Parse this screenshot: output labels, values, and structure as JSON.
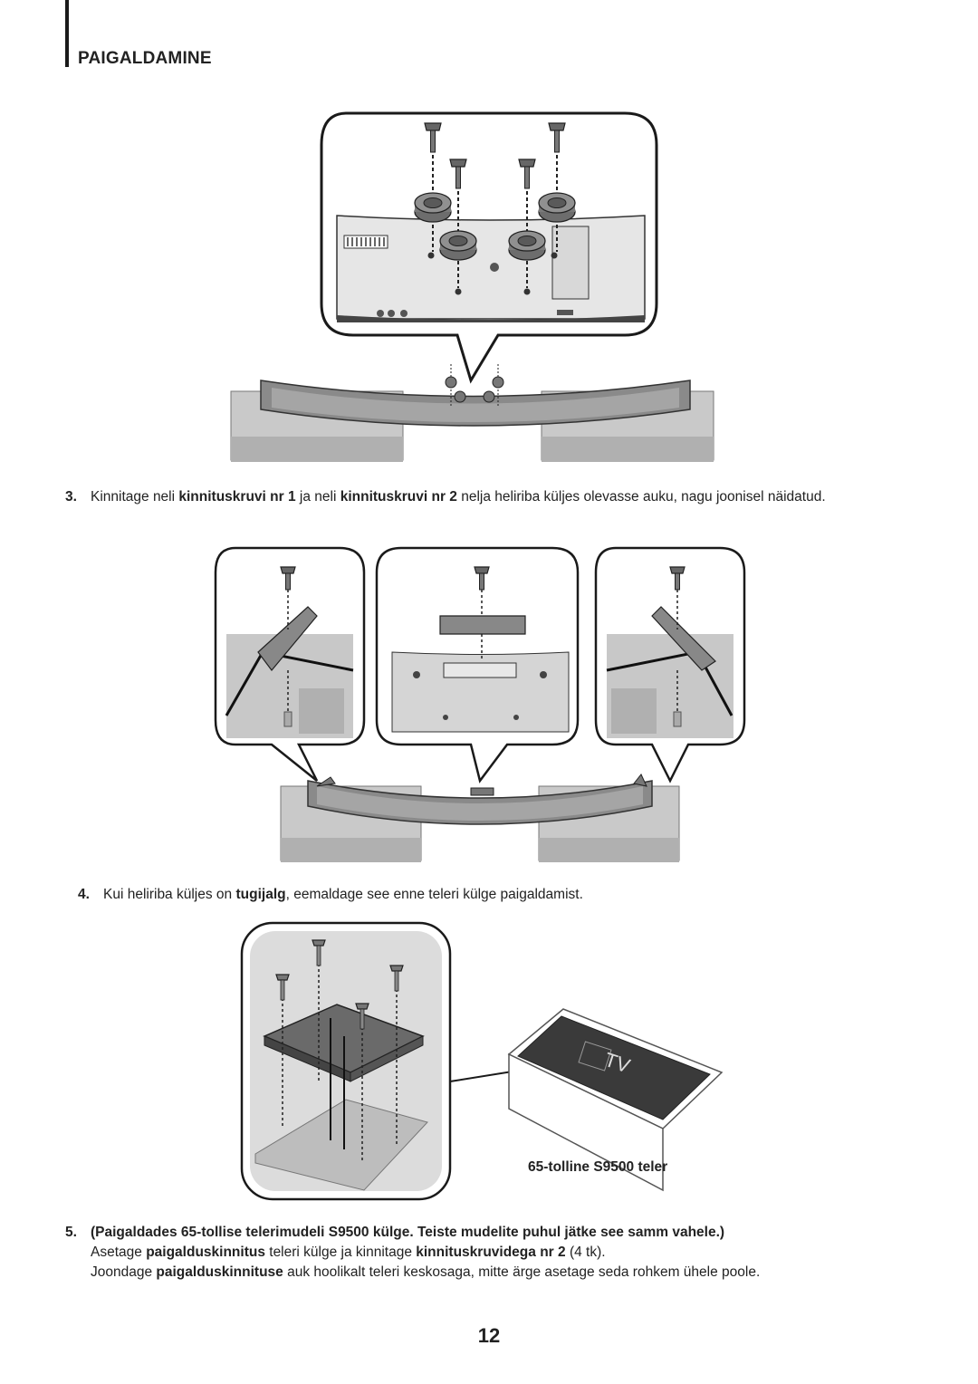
{
  "header": {
    "section_title": "PAIGALDAMINE"
  },
  "steps": [
    {
      "number": "3.",
      "segments": [
        {
          "text": "Kinnitage neli ",
          "bold": false
        },
        {
          "text": "kinnituskruvi nr 1",
          "bold": true
        },
        {
          "text": " ja neli ",
          "bold": false
        },
        {
          "text": "kinnituskruvi nr 2",
          "bold": true
        },
        {
          "text": " nelja heliriba küljes olevasse auku, nagu joonisel näidatud.",
          "bold": false
        }
      ]
    },
    {
      "number": "4.",
      "segments": [
        {
          "text": "Kui heliriba küljes on ",
          "bold": false
        },
        {
          "text": "tugijalg",
          "bold": true
        },
        {
          "text": ", eemaldage see enne teleri külge paigaldamist.",
          "bold": false
        }
      ]
    },
    {
      "number": "5.",
      "lines": [
        [
          {
            "text": "(Paigaldades 65-tollise telerimudeli S9500 külge. Teiste mudelite puhul jätke see samm vahele.)",
            "bold": true
          }
        ],
        [
          {
            "text": "Asetage ",
            "bold": false
          },
          {
            "text": "paigalduskinnitus",
            "bold": true
          },
          {
            "text": " teleri külge ja kinnitage ",
            "bold": false
          },
          {
            "text": "kinnituskruvidega nr 2",
            "bold": true
          },
          {
            "text": " (4 tk).",
            "bold": false
          }
        ],
        [
          {
            "text": "Joondage ",
            "bold": false
          },
          {
            "text": "paigalduskinnituse",
            "bold": true
          },
          {
            "text": " auk hoolikalt teleri keskosaga, mitte ärge asetage seda rohkem ühele poole.",
            "bold": false
          }
        ]
      ]
    }
  ],
  "figure3": {
    "tv_label": "TV",
    "caption": "65-tolline S9500 teler"
  },
  "footer": {
    "page_number": "12"
  }
}
